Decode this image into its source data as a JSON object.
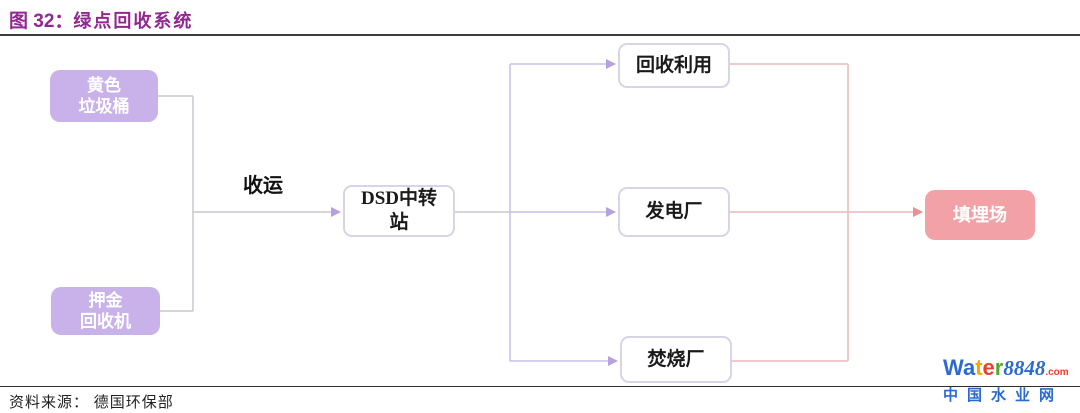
{
  "figure": {
    "title_prefix": "图 32：",
    "title": "绿点回收系统"
  },
  "diagram": {
    "nodes": {
      "yellow_bin": {
        "line1": "黄色",
        "line2": "垃圾桶"
      },
      "deposit": {
        "line1": "押金",
        "line2": "回收机"
      },
      "dsd": {
        "line1": "DSD中转",
        "line2": "站"
      },
      "recycling": {
        "label": "回收利用"
      },
      "power_plant": {
        "label": "发电厂"
      },
      "incineration": {
        "label": "焚烧厂"
      },
      "landfill": {
        "label": "填埋场"
      }
    },
    "edge_label": "收运"
  },
  "colors": {
    "title": "#92278f",
    "purple_node_bg": "#c9b1ea",
    "pink_node_bg": "#f2a2a6",
    "white_node_border": "#d8d3e6",
    "gray_line": "#c9c7d0",
    "purple_line": "#c9bfe6",
    "purple_arrow": "#b4a1e0",
    "pink_line": "#ecb9b9",
    "pink_arrow": "#ea8f93"
  },
  "footer": {
    "source": "资料来源： 德国环保部"
  },
  "watermark": {
    "letters": [
      {
        "ch": "W",
        "color": "#2b6bd0"
      },
      {
        "ch": "a",
        "color": "#2b6bd0"
      },
      {
        "ch": "t",
        "color": "#f5a800"
      },
      {
        "ch": "e",
        "color": "#e8402a"
      },
      {
        "ch": "r",
        "color": "#56a82c"
      }
    ],
    "number": "8848",
    "domain": ".com",
    "cn_name": "中国水业网"
  }
}
